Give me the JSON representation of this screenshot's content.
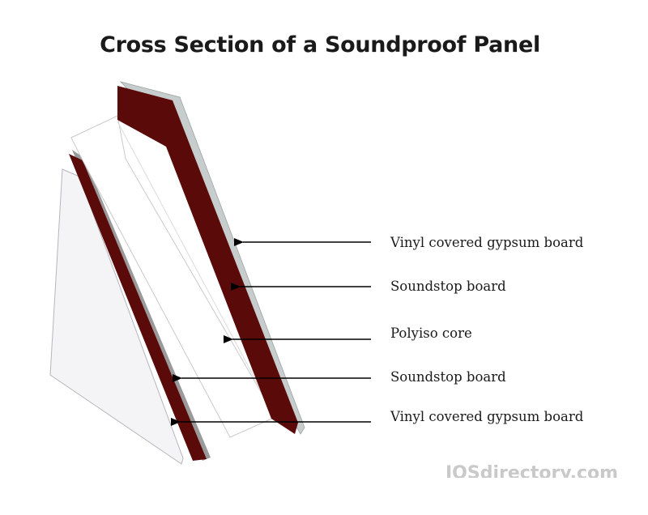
{
  "title": "Cross Section of a Soundproof Panel",
  "layers": [
    {
      "label": "Vinyl covered gypsum board"
    },
    {
      "label": "Soundstop board"
    },
    {
      "label": "Polyiso core"
    },
    {
      "label": "Soundstop board"
    },
    {
      "label": "Vinyl covered gypsum board"
    }
  ],
  "watermark": "IQSdirectory.com",
  "colors": {
    "soundstop": "#5b0a0a",
    "gypsum_edge": "#c7cccc",
    "core": "#ffffff",
    "back_face": "#f4f4f7",
    "arrow": "#000000"
  }
}
